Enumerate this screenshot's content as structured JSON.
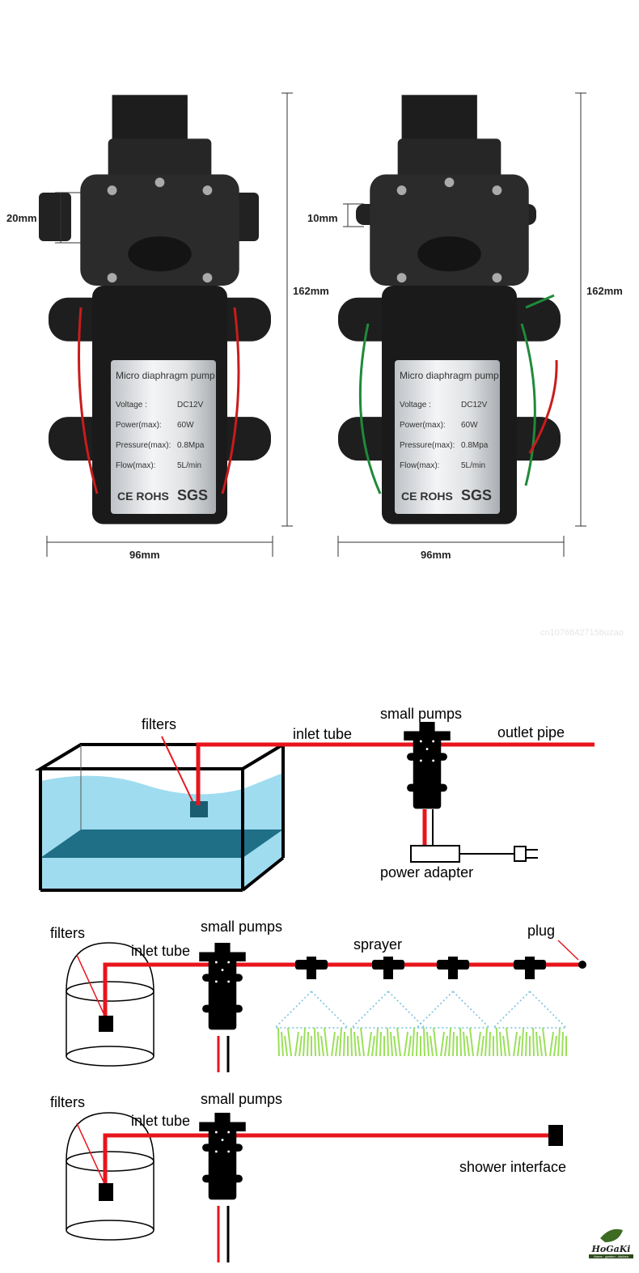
{
  "dimensions": {
    "left_inlet": "20mm",
    "right_inlet": "10mm",
    "left_height": "162mm",
    "right_height": "162mm",
    "left_width": "96mm",
    "right_width": "96mm"
  },
  "pump_label": {
    "title": "Micro diaphragm pump",
    "rows": [
      {
        "name": "Voltage    :",
        "value": "DC12V"
      },
      {
        "name": "Power(max):",
        "value": "60W"
      },
      {
        "name": "Pressure(max):",
        "value": "0.8Mpa"
      },
      {
        "name": "Flow(max):",
        "value": "5L/min"
      }
    ],
    "cert": "CE  ROHS",
    "sgs": "SGS"
  },
  "watermark": "cn1076642715buzao",
  "diagram1": {
    "filters": "filters",
    "inlet": "inlet tube",
    "pump": "small pumps",
    "outlet": "outlet pipe",
    "adapter": "power adapter"
  },
  "diagram2": {
    "filters": "filters",
    "inlet": "inlet tube",
    "pump": "small pumps",
    "sprayer": "sprayer",
    "plug": "plug"
  },
  "diagram3": {
    "filters": "filters",
    "inlet": "inlet tube",
    "pump": "small pumps",
    "shower": "shower interface"
  },
  "logo": {
    "name": "HoGaKi",
    "tagline": "Home - garden - kitchen"
  },
  "colors": {
    "pipe": "#e8141c",
    "water": "#9fdcef",
    "grass": "#9be05a"
  }
}
